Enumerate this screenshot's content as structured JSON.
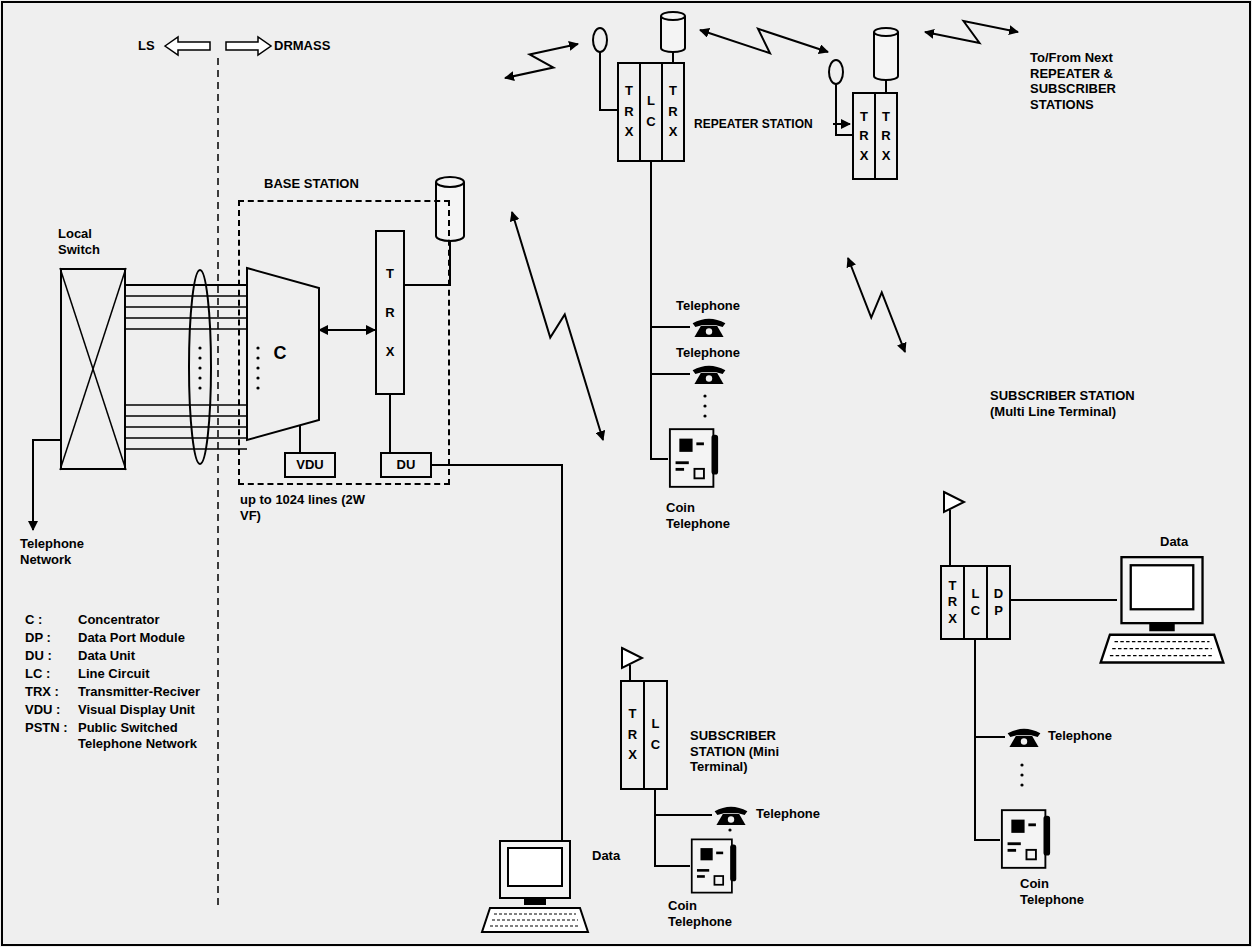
{
  "diagram": {
    "nodes": [
      {
        "text": [
          "Local Switch"
        ]
      },
      {
        "text": [
          "BASE STATION"
        ]
      },
      {
        "text": [
          "C"
        ],
        "in": 1
      },
      {
        "text": [
          "TRX"
        ],
        "in": 1
      },
      {
        "text": [
          "VDU"
        ],
        "in": 1
      },
      {
        "text": [
          "DU"
        ],
        "in": 1
      },
      {
        "text": [
          "TRX"
        ]
      },
      {
        "text": [
          "LC"
        ]
      },
      {
        "text": [
          "TRX"
        ]
      },
      {
        "text": [
          "TRX"
        ]
      },
      {
        "text": [
          "TRX"
        ]
      },
      {
        "text": [
          "TRX"
        ]
      },
      {
        "text": [
          "LC"
        ]
      },
      {
        "text": [
          "TRX"
        ]
      },
      {
        "text": [
          "LC"
        ]
      },
      {
        "text": [
          "DP"
        ]
      }
    ],
    "edges": [
      {
        "from": 0,
        "to": 2,
        "arrow": "none"
      },
      {
        "from": 2,
        "to": 3,
        "arrow": "both"
      },
      {
        "from": 3,
        "to": 5,
        "arrow": "none"
      },
      {
        "from": 2,
        "to": 4,
        "arrow": "none"
      }
    ],
    "labels": [
      "LS",
      "DRMASS",
      "Telephone Network",
      "up to 1024 lines (2W VF)",
      "REPEATER STATION",
      "To/From Next REPEATER & SUBSCRIBER STATIONS",
      "Telephone",
      "Telephone",
      "Coin Telephone",
      "SUBSCRIBER STATION (Multi Line Terminal)",
      "Data",
      "Telephone",
      "Coin Telephone",
      "SUBSCRIBER STATION (Mini Terminal)",
      "Telephone",
      "Coin Telephone",
      "Data",
      "C :",
      "Concentrator",
      "DP :",
      "Data Port Module",
      "DU :",
      "Data Unit",
      "LC :",
      "Line Circuit",
      "TRX :",
      "Transmitter-Reciver",
      "VDU :",
      "Visual Display Unit",
      "PSTN :",
      "Public Switched Telephone Network"
    ]
  }
}
